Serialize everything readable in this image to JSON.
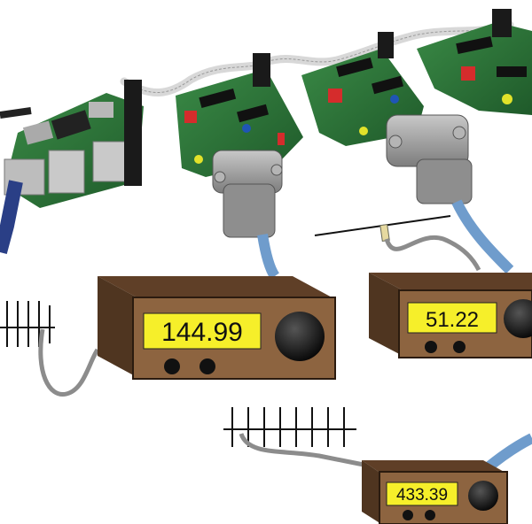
{
  "radios": [
    {
      "id": "radio-left",
      "frequency": "144.99"
    },
    {
      "id": "radio-right",
      "frequency": "51.22"
    },
    {
      "id": "radio-bottom",
      "frequency": "433.39"
    }
  ],
  "colors": {
    "pcb_green": "#2f7a3a",
    "radio_body": "#7a5436",
    "radio_face": "#8d6440",
    "display_yellow": "#f6ef2a",
    "cable_blue": "#6f9ccc",
    "connector_grey": "#9a9a9a",
    "ribbon_cable": "#e8e8e8"
  }
}
